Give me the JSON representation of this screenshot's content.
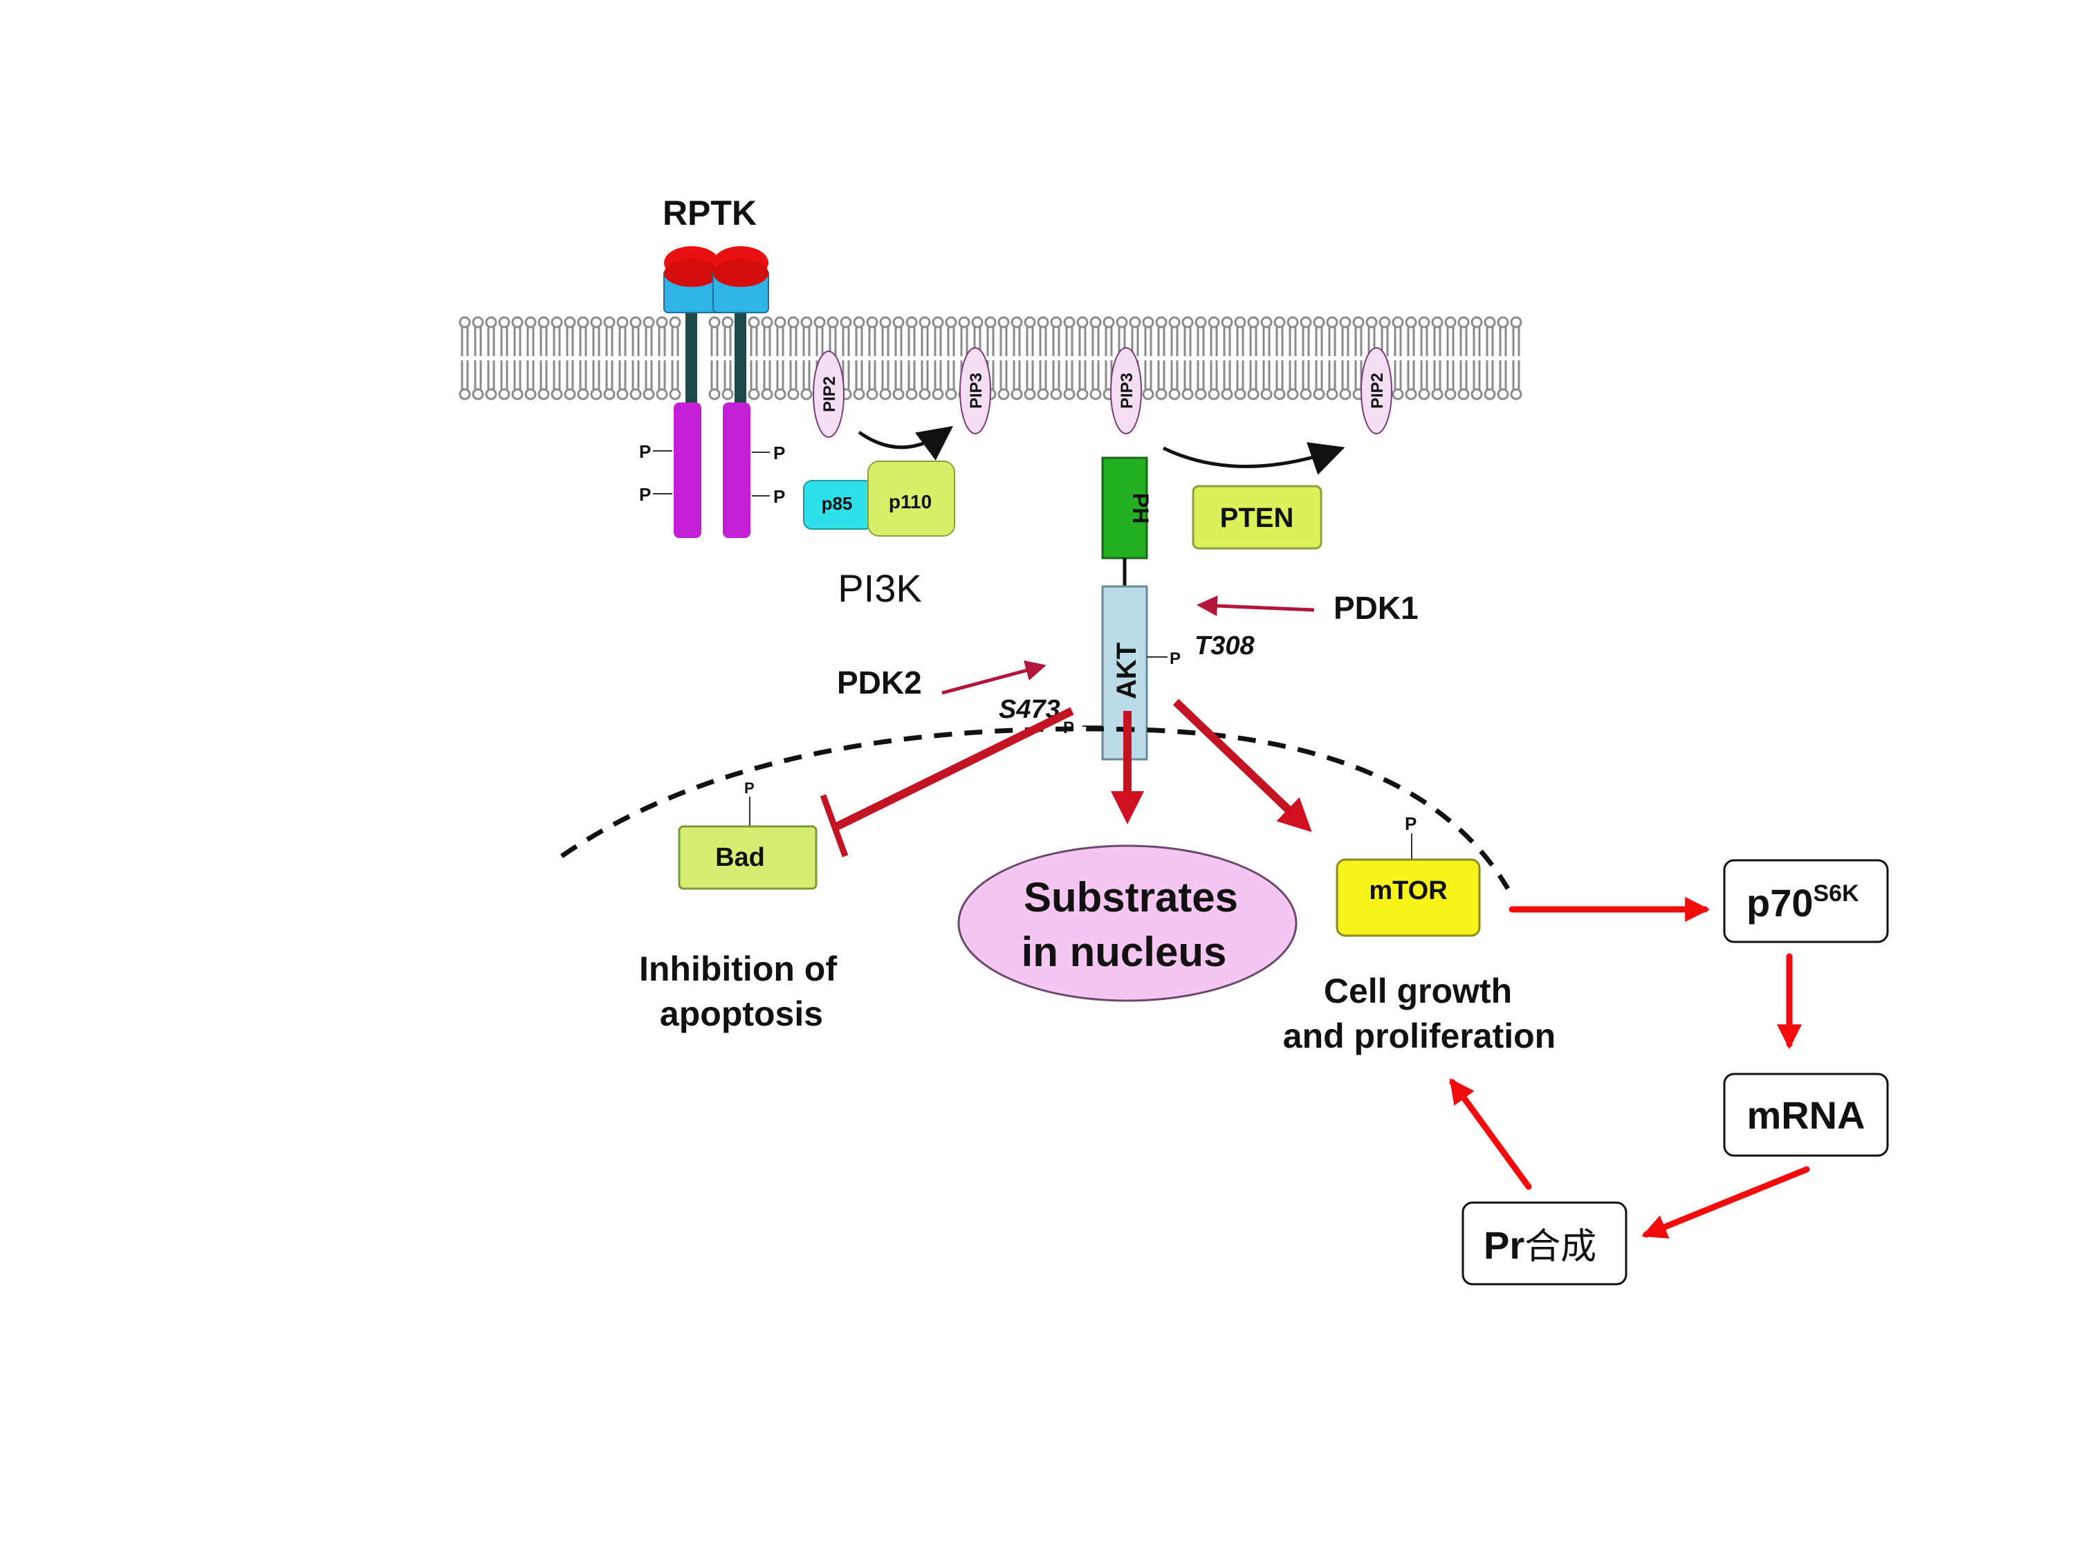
{
  "title": "PI3K/AKT/mTOR signaling pathway",
  "colors": {
    "receptor_head": "#e81010",
    "receptor_neck": "#2fb4e8",
    "receptor_tm": "#1d4a48",
    "receptor_cyto": "#c21fd6",
    "p85": "#2ee0ea",
    "p110": "#d8ef6a",
    "ph": "#22b022",
    "akt": "#bcdbe8",
    "pten": "#dcf05a",
    "bad": "#d6ef72",
    "mtor": "#f6f21a",
    "nucleus_fill": "#f6c6f2",
    "pip": "#f4def2",
    "pathway_red": "#c41424",
    "flow_red": "#f20c0c",
    "pi3k_label": "#c0142a",
    "membrane": "#8a8a8a"
  },
  "receptor": {
    "label": "RPTK",
    "phospho_left": [
      "P",
      "P"
    ],
    "phospho_right": [
      "P",
      "P"
    ]
  },
  "pi3k": {
    "label": "PI3K",
    "p85": "p85",
    "p110": "p110"
  },
  "lipids": {
    "pip2_left": "PIP2",
    "pip3_left": "PIP3",
    "pip3_akt": "PIP3",
    "pip2_right": "PIP2"
  },
  "akt": {
    "ph": "PH",
    "akt": "AKT",
    "t308": "T308",
    "s473": "S473",
    "p_t308": "P",
    "p_s473": "P"
  },
  "kinases": {
    "pdk1": "PDK1",
    "pdk2": "PDK2",
    "pten": "PTEN"
  },
  "targets": {
    "bad": "Bad",
    "bad_p": "P",
    "nucleus_line1": "Substrates",
    "nucleus_line2": "in nucleus",
    "mtor": "mTOR",
    "mtor_p": "P"
  },
  "outcomes": {
    "apoptosis_line1": "Inhibition of",
    "apoptosis_line2": "apoptosis",
    "growth_line1": "Cell growth",
    "growth_line2": "and proliferation"
  },
  "flow": {
    "p70_base": "p70",
    "p70_sup": "S6K",
    "mrna": "mRNA",
    "protein_prefix": "Pr",
    "protein_suffix": "合成"
  }
}
